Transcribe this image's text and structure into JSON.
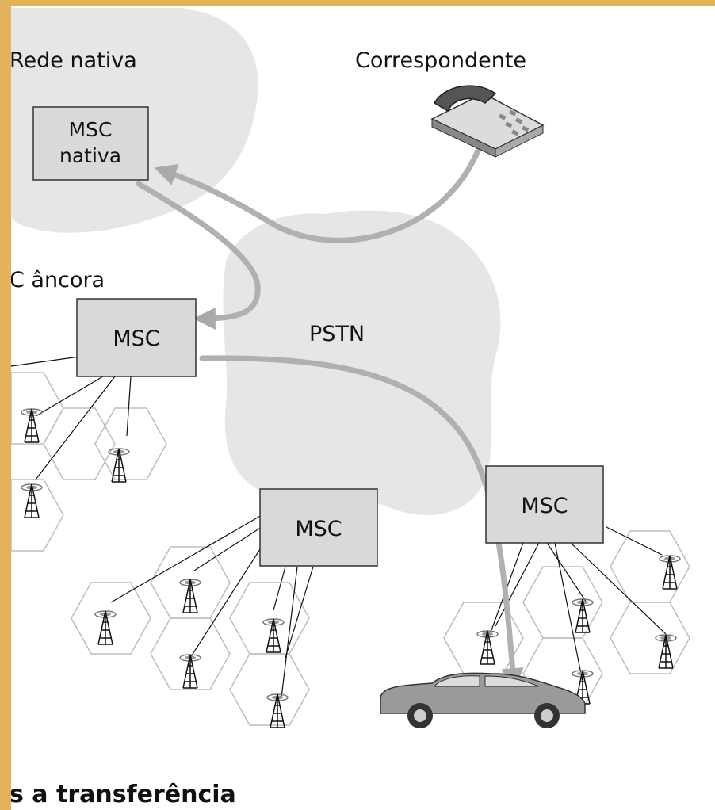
{
  "labels": {
    "home_network": "Rede nativa",
    "correspondent": "Correspondente",
    "anchor_msc": "C âncora",
    "pstn": "PSTN",
    "caption": "s a transferência"
  },
  "msc": {
    "home_line1": "MSC",
    "home_line2": "nativa",
    "anchor": "MSC",
    "middle": "MSC",
    "visited": "MSC"
  },
  "colors": {
    "frame": "#e3b25c",
    "cloud": "#e6e6e6",
    "msc_box": "#d9d9d9",
    "arrow": "#b3b3b3",
    "hexagon": "#bdbdbd"
  }
}
